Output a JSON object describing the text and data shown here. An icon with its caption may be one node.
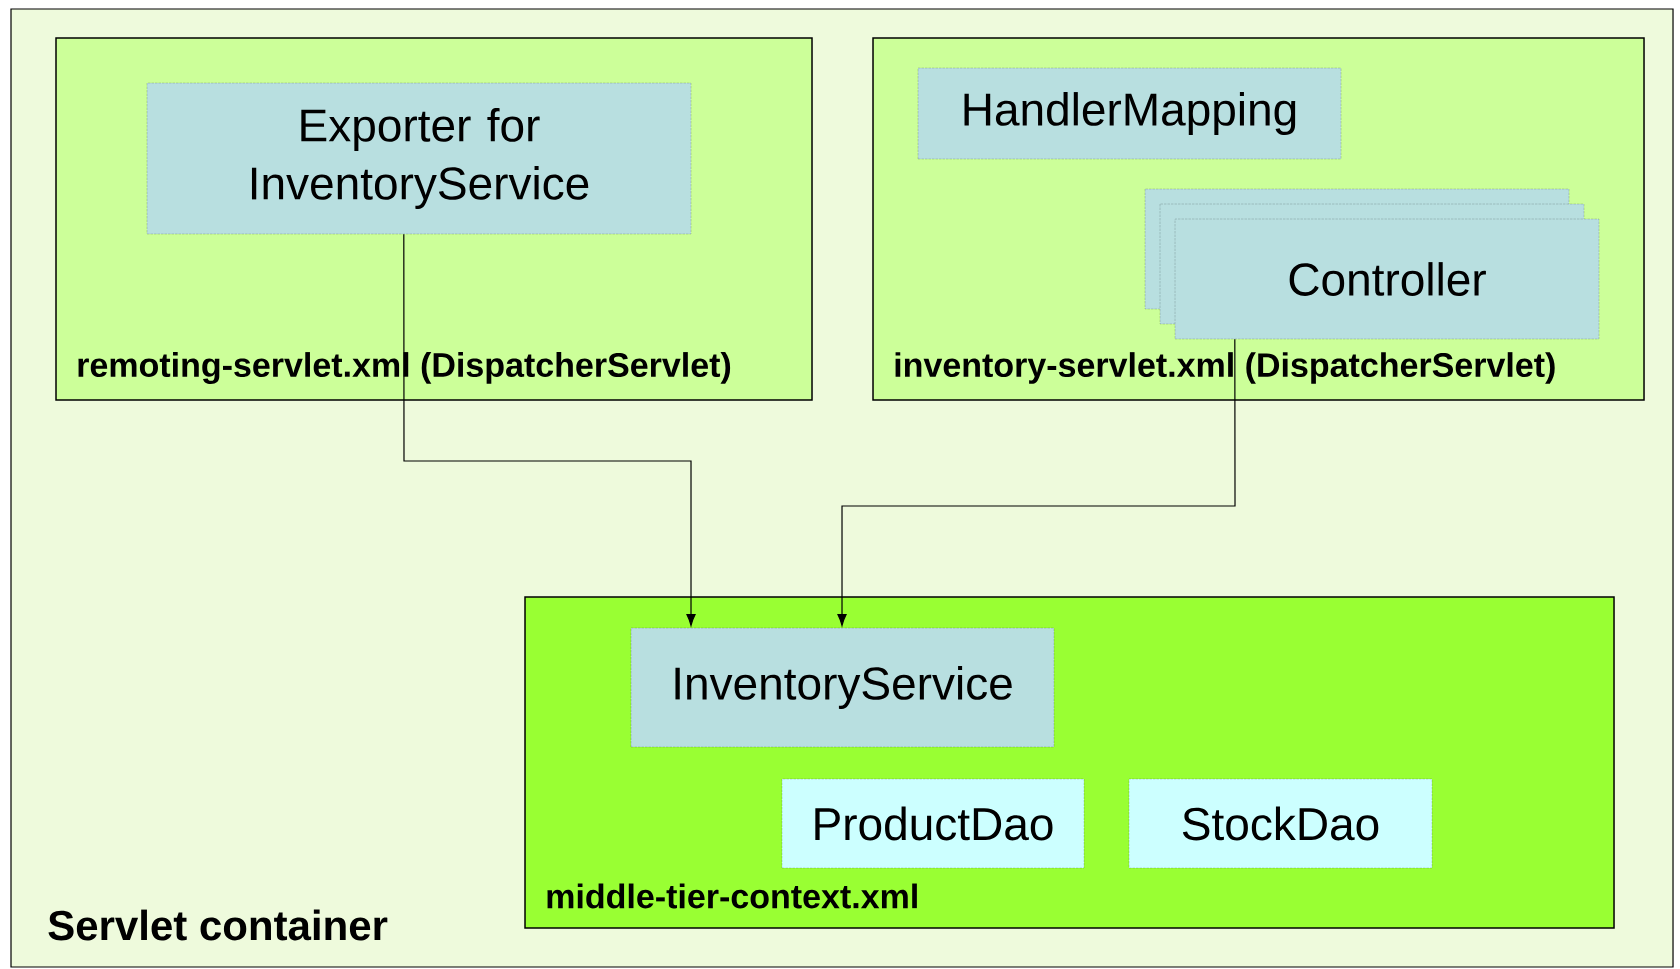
{
  "diagram": {
    "nodes": [
      {
        "text": [
          "Servlet container"
        ]
      },
      {
        "text": [
          "remoting-servlet.xml (DispatcherServlet)"
        ],
        "in": 0
      },
      {
        "text": [
          "Exporter for InventoryService"
        ],
        "in": 1
      },
      {
        "text": [
          "inventory-servlet.xml (DispatcherServlet)"
        ],
        "in": 0
      },
      {
        "text": [
          "HandlerMapping"
        ],
        "in": 3
      },
      {
        "text": [
          "Controller"
        ],
        "in": 3
      },
      {
        "text": [
          "middle-tier-context.xml"
        ],
        "in": 0
      },
      {
        "text": [
          "InventoryService"
        ],
        "in": 6
      },
      {
        "text": [
          "ProductDao"
        ],
        "in": 6
      },
      {
        "text": [
          "StockDao"
        ],
        "in": 6
      }
    ],
    "edges": [
      {
        "from": 2,
        "to": 7,
        "arrow": "to"
      },
      {
        "from": 5,
        "to": 7,
        "arrow": "to"
      }
    ]
  }
}
